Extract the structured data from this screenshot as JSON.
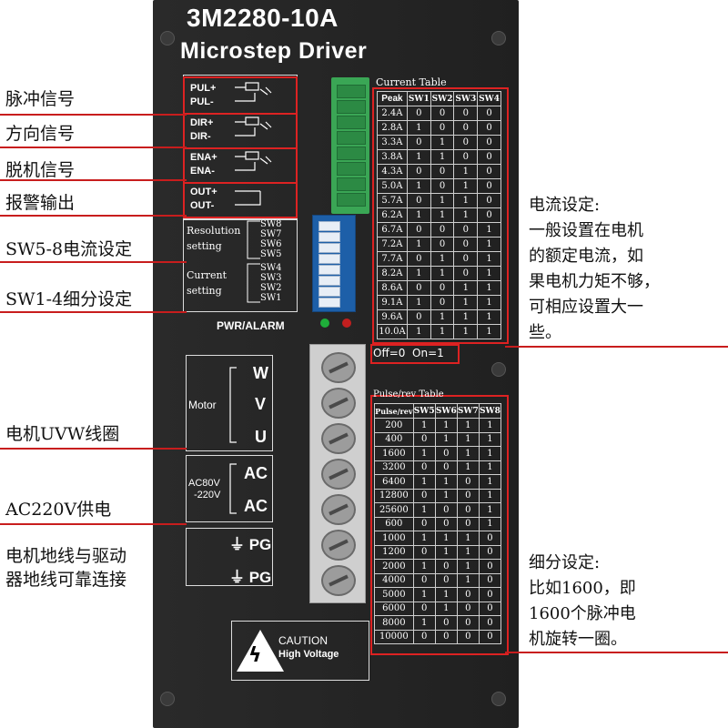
{
  "header": {
    "model": "3M2280-10A",
    "subtitle": "Microstep Driver"
  },
  "signals": [
    {
      "plus": "PUL+",
      "minus": "PUL-"
    },
    {
      "plus": "DIR+",
      "minus": "DIR-"
    },
    {
      "plus": "ENA+",
      "minus": "ENA-"
    },
    {
      "plus": "OUT+",
      "minus": "OUT-"
    }
  ],
  "resolution": {
    "label1": "Resolution",
    "label2": "setting",
    "sws": [
      "SW8",
      "SW7",
      "SW6",
      "SW5"
    ]
  },
  "current": {
    "label1": "Current",
    "label2": "setting",
    "sws": [
      "SW4",
      "SW3",
      "SW2",
      "SW1"
    ]
  },
  "pwr_alarm": "PWR/ALARM",
  "motor": {
    "label": "Motor",
    "w": "W",
    "v": "V",
    "u": "U"
  },
  "power": {
    "label1": "AC80V",
    "label2": "-220V",
    "ac1": "AC",
    "ac2": "AC"
  },
  "ground": {
    "pg1": "⏚ PG",
    "pg2": "⏚ PG"
  },
  "caution": {
    "line1": "CAUTION",
    "line2": "High Voltage"
  },
  "left_labels": {
    "pulse": "脉冲信号",
    "direction": "方向信号",
    "offline": "脱机信号",
    "alarm": "报警输出",
    "sw58": "SW5-8电流设定",
    "sw14": "SW1-4细分设定",
    "uvw": "电机UVW线圈",
    "ac": "AC220V供电",
    "ground1": "电机地线与驱动",
    "ground2": "器地线可靠连接"
  },
  "current_table": {
    "title": "Current Table",
    "headers": [
      "Peak",
      "SW1",
      "SW2",
      "SW3",
      "SW4"
    ],
    "rows": [
      [
        "2.4A",
        "0",
        "0",
        "0",
        "0"
      ],
      [
        "2.8A",
        "1",
        "0",
        "0",
        "0"
      ],
      [
        "3.3A",
        "0",
        "1",
        "0",
        "0"
      ],
      [
        "3.8A",
        "1",
        "1",
        "0",
        "0"
      ],
      [
        "4.3A",
        "0",
        "0",
        "1",
        "0"
      ],
      [
        "5.0A",
        "1",
        "0",
        "1",
        "0"
      ],
      [
        "5.7A",
        "0",
        "1",
        "1",
        "0"
      ],
      [
        "6.2A",
        "1",
        "1",
        "1",
        "0"
      ],
      [
        "6.7A",
        "0",
        "0",
        "0",
        "1"
      ],
      [
        "7.2A",
        "1",
        "0",
        "0",
        "1"
      ],
      [
        "7.7A",
        "0",
        "1",
        "0",
        "1"
      ],
      [
        "8.2A",
        "1",
        "1",
        "0",
        "1"
      ],
      [
        "8.6A",
        "0",
        "0",
        "1",
        "1"
      ],
      [
        "9.1A",
        "1",
        "0",
        "1",
        "1"
      ],
      [
        "9.6A",
        "0",
        "1",
        "1",
        "1"
      ],
      [
        "10.0A",
        "1",
        "1",
        "1",
        "1"
      ]
    ],
    "legend": "Off=0  On=1"
  },
  "pulse_table": {
    "title": "Pulse/rev Table",
    "headers": [
      "Pulse/rev",
      "SW5",
      "SW6",
      "SW7",
      "SW8"
    ],
    "rows": [
      [
        "200",
        "1",
        "1",
        "1",
        "1"
      ],
      [
        "400",
        "0",
        "1",
        "1",
        "1"
      ],
      [
        "1600",
        "1",
        "0",
        "1",
        "1"
      ],
      [
        "3200",
        "0",
        "0",
        "1",
        "1"
      ],
      [
        "6400",
        "1",
        "1",
        "0",
        "1"
      ],
      [
        "12800",
        "0",
        "1",
        "0",
        "1"
      ],
      [
        "25600",
        "1",
        "0",
        "0",
        "1"
      ],
      [
        "600",
        "0",
        "0",
        "0",
        "1"
      ],
      [
        "1000",
        "1",
        "1",
        "1",
        "0"
      ],
      [
        "1200",
        "0",
        "1",
        "1",
        "0"
      ],
      [
        "2000",
        "1",
        "0",
        "1",
        "0"
      ],
      [
        "4000",
        "0",
        "0",
        "1",
        "0"
      ],
      [
        "5000",
        "1",
        "1",
        "0",
        "0"
      ],
      [
        "6000",
        "0",
        "1",
        "0",
        "0"
      ],
      [
        "8000",
        "1",
        "0",
        "0",
        "0"
      ],
      [
        "10000",
        "0",
        "0",
        "0",
        "0"
      ]
    ]
  },
  "right_notes": {
    "current": "电流设定:\n一般设置在电机\n的额定电流，如\n果电机力矩不够，\n可相应设置大一\n些。",
    "microstep": "细分设定:\n比如1600，即\n1600个脉冲电\n机旋转一圈。"
  },
  "colors": {
    "annotation_red": "#d22222",
    "panel": "#232323",
    "terminal_green": "#3aa655",
    "dip_blue": "#1d5fa8"
  }
}
